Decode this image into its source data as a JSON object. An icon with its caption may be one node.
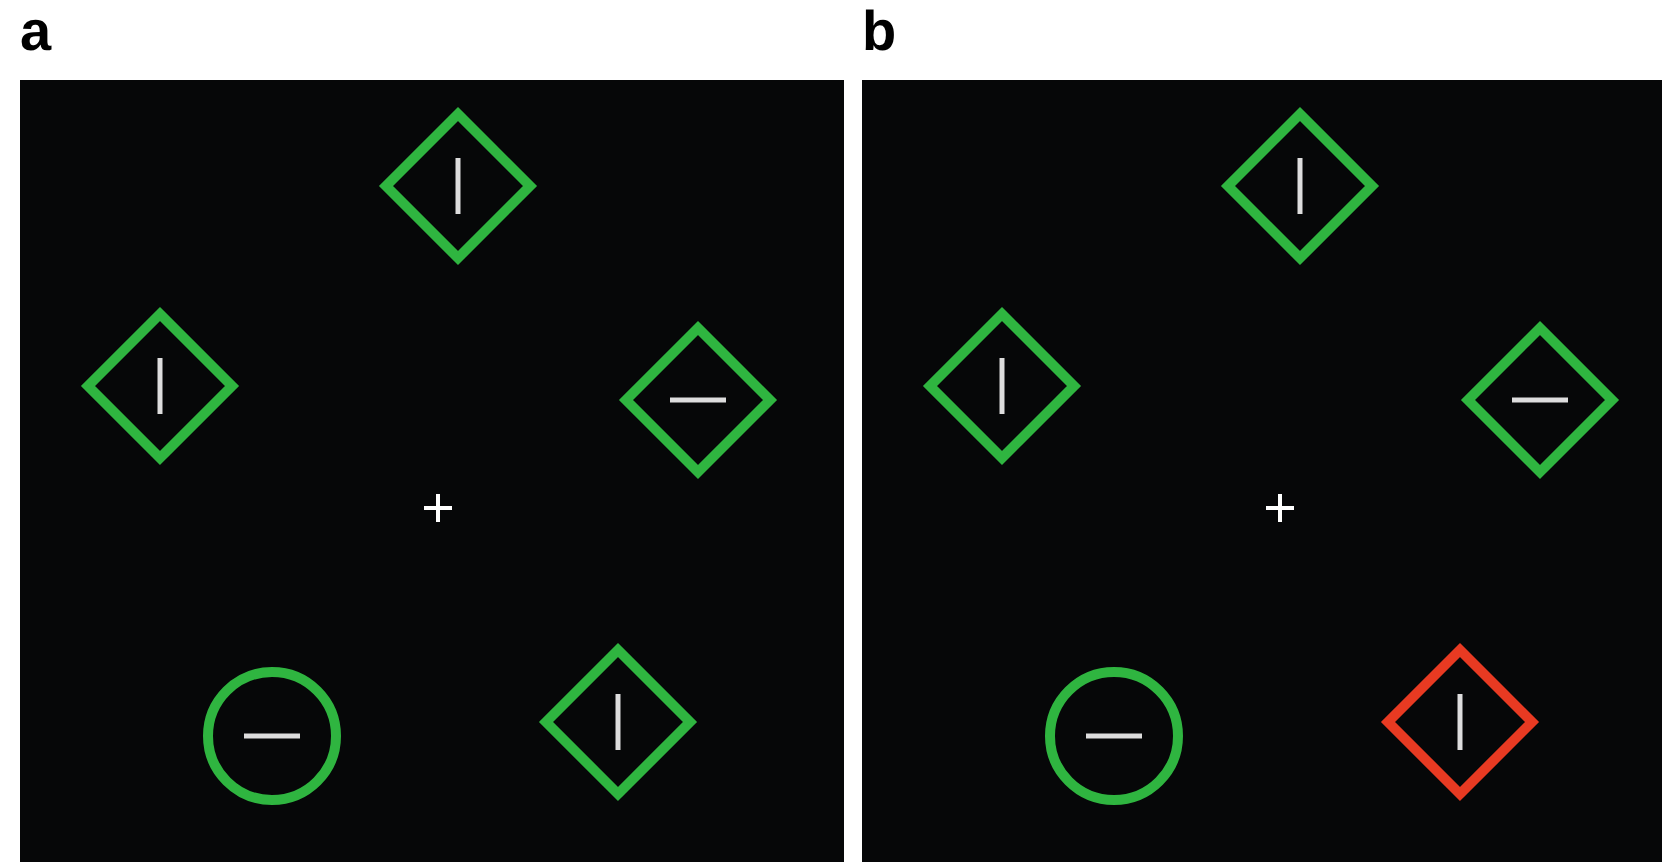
{
  "diagram": {
    "nodes": [
      {
        "text": [
          "a"
        ]
      },
      {
        "text": [],
        "shape": "diamond",
        "in": 0
      },
      {
        "text": [],
        "shape": "diamond",
        "in": 0
      },
      {
        "text": [],
        "shape": "diamond",
        "in": 0
      },
      {
        "text": [],
        "shape": "circle",
        "in": 0
      },
      {
        "text": [],
        "shape": "diamond",
        "in": 0
      },
      {
        "text": [
          "b"
        ]
      },
      {
        "text": [],
        "shape": "diamond",
        "in": 6
      },
      {
        "text": [],
        "shape": "diamond",
        "in": 6
      },
      {
        "text": [],
        "shape": "diamond",
        "in": 6
      },
      {
        "text": [],
        "shape": "circle",
        "in": 6
      },
      {
        "text": [],
        "shape": "diamond",
        "in": 6
      }
    ]
  }
}
